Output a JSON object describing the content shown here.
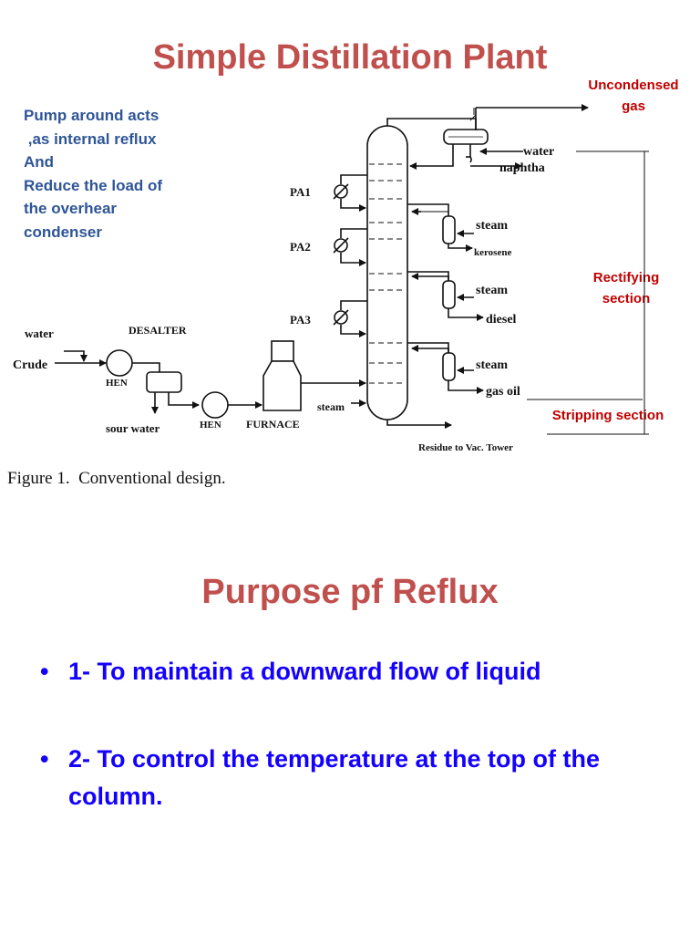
{
  "slide": {
    "title": "Simple Distillation Plant",
    "section_title": "Purpose pf Reflux"
  },
  "note": {
    "lines": [
      "Pump around acts",
      " ,as internal reflux",
      "And",
      "Reduce the load of",
      "the overhear",
      "condenser"
    ]
  },
  "labels": {
    "uncondensed_gas": [
      "Uncondensed",
      "gas"
    ],
    "rectifying_section": [
      "Rectifying",
      "section"
    ],
    "stripping_section": "Stripping section"
  },
  "diagram": {
    "water_in": "water",
    "crude": "Crude",
    "desalter": "DESALTER",
    "hen_1": "HEN",
    "hen_2": "HEN",
    "sour_water": "sour water",
    "furnace": "FURNACE",
    "steam_bottom": "steam",
    "pa1": "PA1",
    "pa2": "PA2",
    "pa3": "PA3",
    "water_top": "water",
    "naphtha": "naphtha",
    "steam_1": "steam",
    "kerosene": "kerosene",
    "steam_2": "steam",
    "diesel": "diesel",
    "steam_3": "steam",
    "gas_oil": "gas oil",
    "residue": "Residue to Vac. Tower"
  },
  "caption": "Figure 1.  Conventional design.",
  "bullets": [
    {
      "marker": "•",
      "text": "1- To maintain a downward flow of liquid"
    },
    {
      "marker": "•",
      "text": "2- To control the temperature at the top of the column."
    }
  ],
  "colors": {
    "title": "#c0504d",
    "note": "#2e5597",
    "red_label": "#c00000",
    "bullet": "#1400ff"
  }
}
